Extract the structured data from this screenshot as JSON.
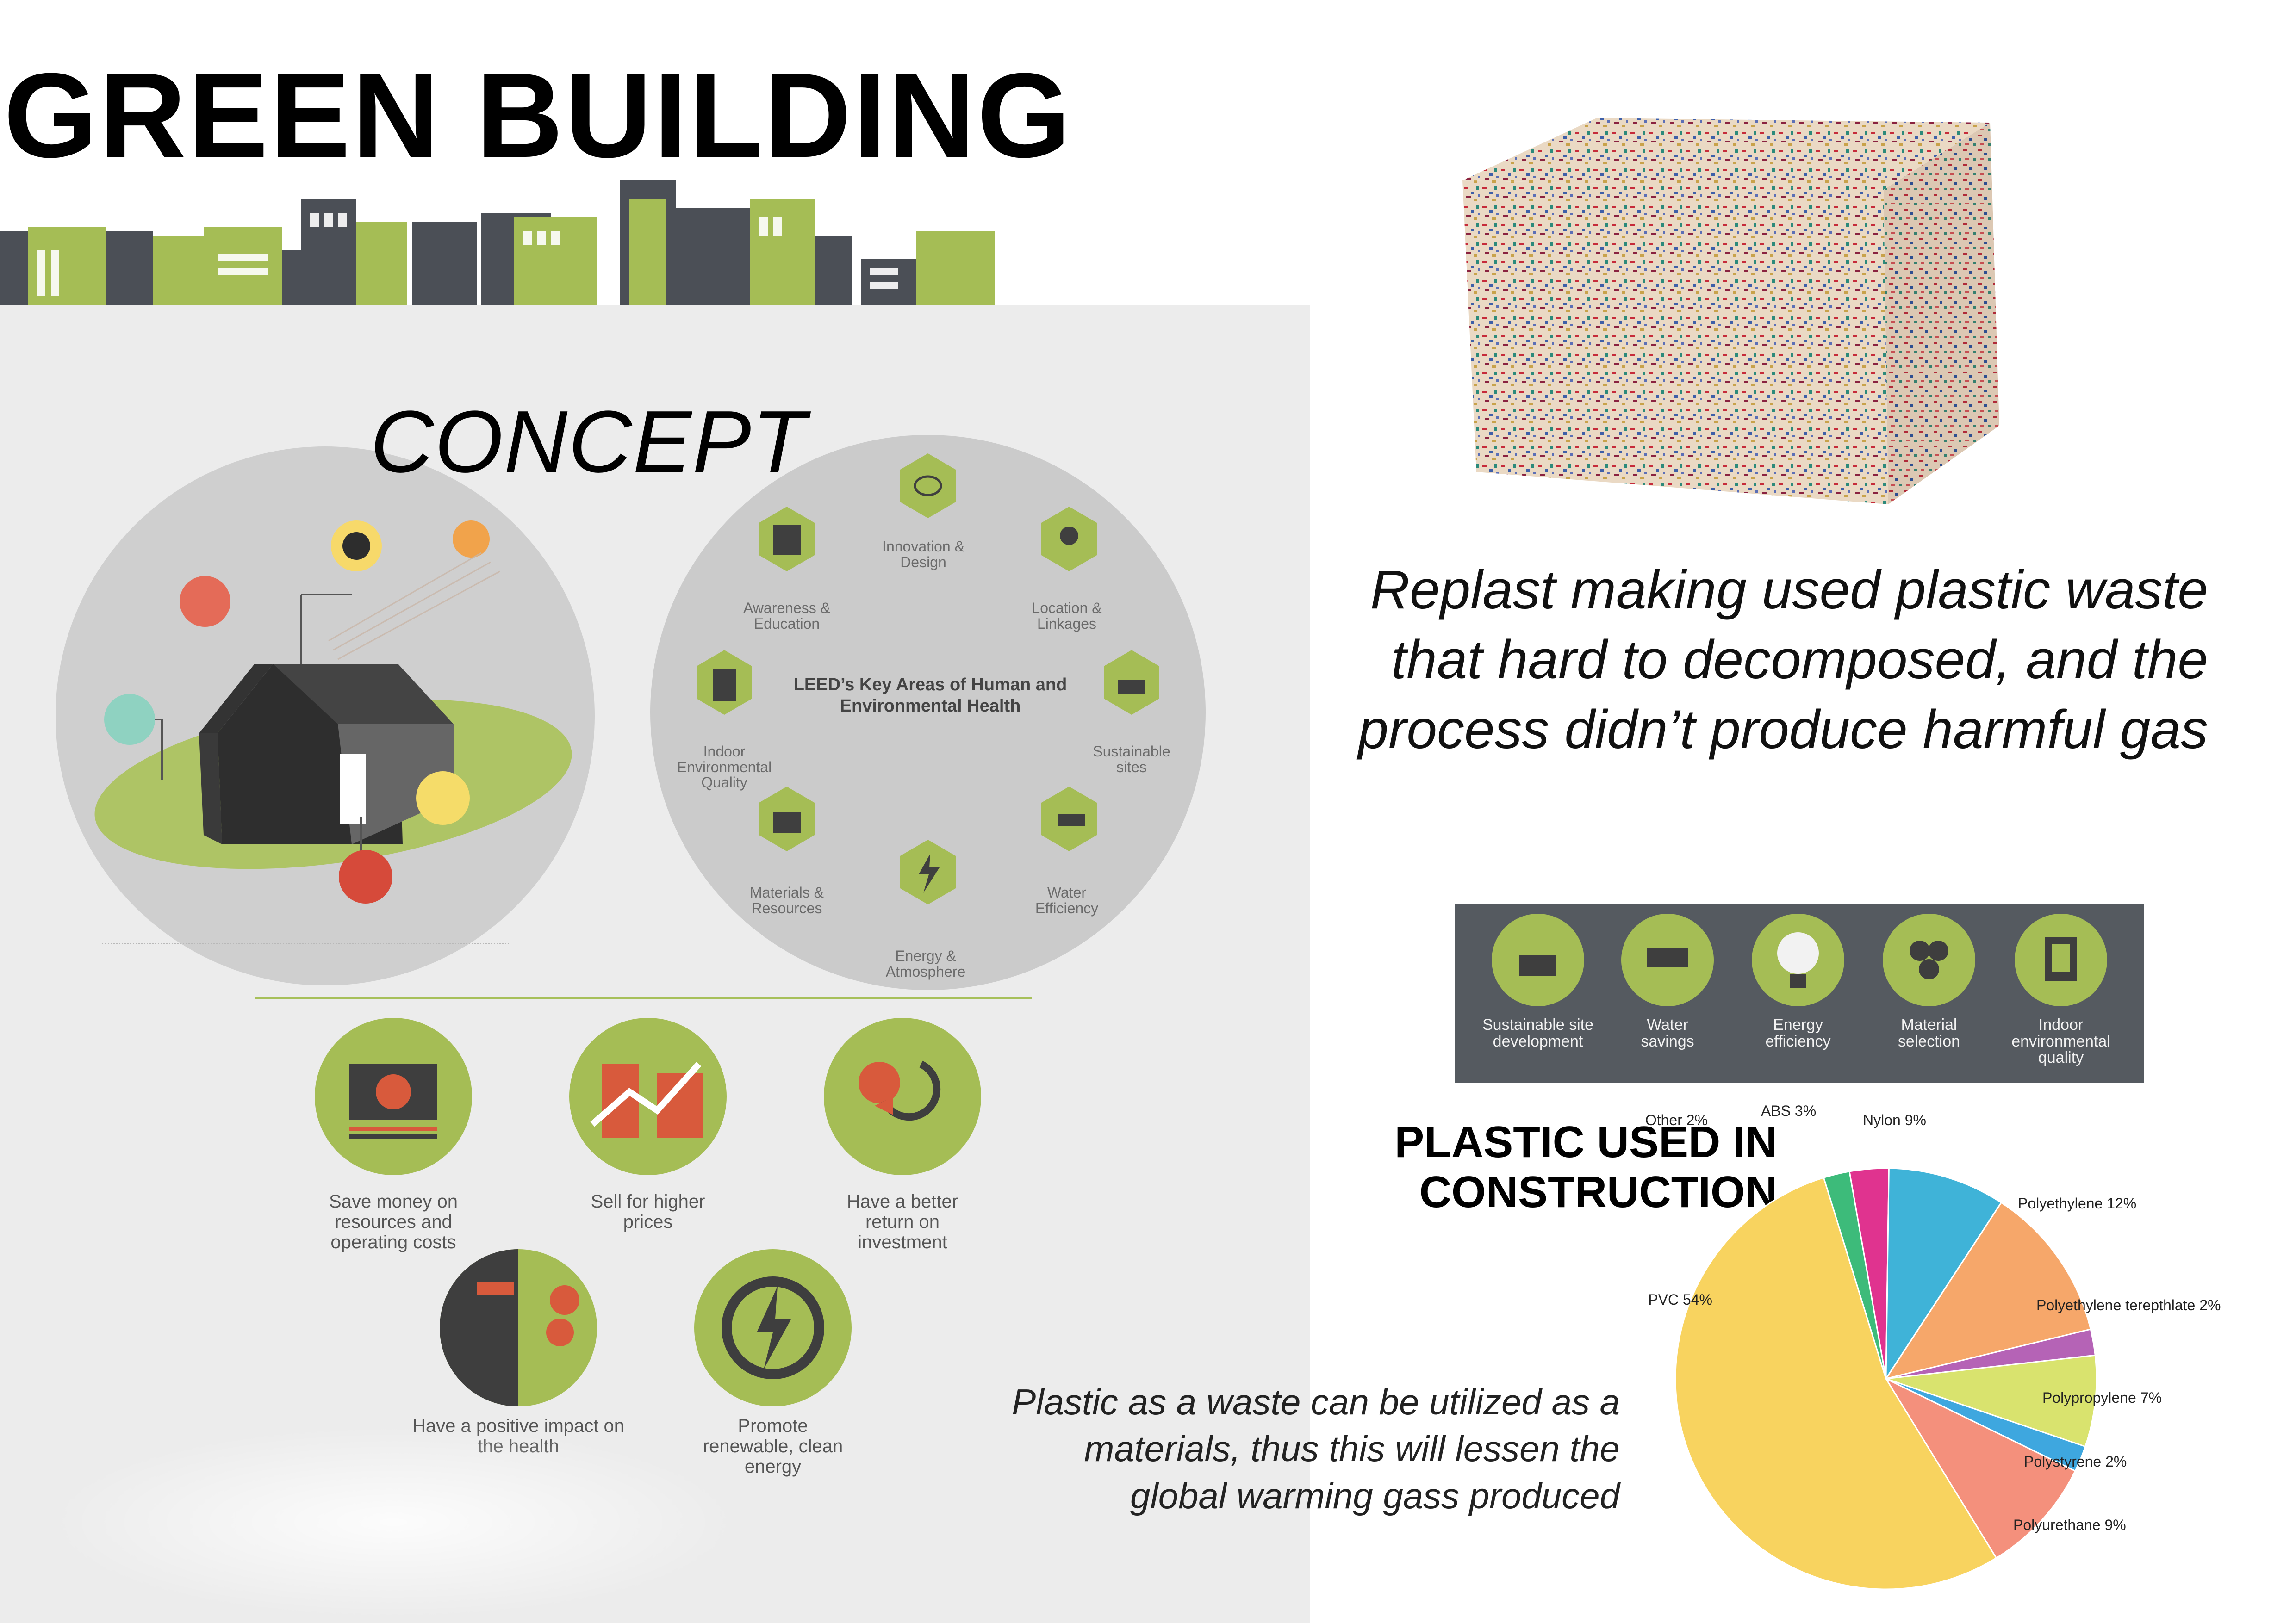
{
  "header": {
    "title": "GREEN BUILDING"
  },
  "panel": {
    "concept_label": "CONCEPT",
    "leed": {
      "center_title": "LEED’s Key Areas of Human and Environmental Health",
      "areas": [
        {
          "label": "Innovation & Design",
          "icon": "speech-bubble-icon"
        },
        {
          "label": "Location & Linkages",
          "icon": "location-pin-icon"
        },
        {
          "label": "Sustainable sites",
          "icon": "trees-icon"
        },
        {
          "label": "Water Efficiency",
          "icon": "faucet-icon"
        },
        {
          "label": "Energy & Atmosphere",
          "icon": "lightning-icon"
        },
        {
          "label": "Materials & Resources",
          "icon": "printer-icon"
        },
        {
          "label": "Indoor Environmental Quality",
          "icon": "window-icon"
        },
        {
          "label": "Awareness & Education",
          "icon": "book-icon"
        }
      ]
    },
    "benefits": [
      {
        "label": "Save money on resources and operating costs",
        "icon": "money-icon"
      },
      {
        "label": "Sell for higher prices",
        "icon": "rising-price-icon"
      },
      {
        "label": "Have a better return on investment",
        "icon": "return-investment-icon"
      },
      {
        "label": "Have a positive impact on the health",
        "icon": "health-icon"
      },
      {
        "label": "Promote renewable, clean energy",
        "icon": "energy-icon"
      }
    ]
  },
  "brick_caption": "Replast making used plastic waste that hard to decomposed, and the process didn’t produce harmful gas",
  "leed_bar": {
    "items": [
      {
        "label": "Sustainable site development",
        "icon": "trees-icon"
      },
      {
        "label": "Water savings",
        "icon": "faucet-icon"
      },
      {
        "label": "Energy efficiency",
        "icon": "lightbulb-icon"
      },
      {
        "label": "Material selection",
        "icon": "hexagons-icon"
      },
      {
        "label": "Indoor environmental quality",
        "icon": "window-icon"
      }
    ]
  },
  "plastic_title": "PLASTIC USED IN CONSTRUCTION",
  "bottom_caption": "Plastic as a waste can be utilized as a materials, thus this will lessen the global warming gass produced",
  "colors": {
    "accent_green": "#a5bd55",
    "dark_gray": "#555a60",
    "orange_red": "#d85a3c"
  },
  "chart_data": {
    "type": "pie",
    "title": "PLASTIC USED IN CONSTRUCTION",
    "slices": [
      {
        "label": "ABS 3%",
        "value": 3,
        "color": "#e0338f"
      },
      {
        "label": "Nylon 9%",
        "value": 9,
        "color": "#3fb3d8"
      },
      {
        "label": "Polyethylene 12%",
        "value": 12,
        "color": "#f6a76a"
      },
      {
        "label": "Polyethylene terepthlate 2%",
        "value": 2,
        "color": "#b563b6"
      },
      {
        "label": "Polypropylene 7%",
        "value": 7,
        "color": "#d9e36e"
      },
      {
        "label": "Polystyrene 2%",
        "value": 2,
        "color": "#3ea7df"
      },
      {
        "label": "Polyurethane 9%",
        "value": 9,
        "color": "#f4907c"
      },
      {
        "label": "PVC 54%",
        "value": 54,
        "color": "#f8d35f"
      },
      {
        "label": "Other 2%",
        "value": 2,
        "color": "#3dbb7a"
      }
    ]
  }
}
